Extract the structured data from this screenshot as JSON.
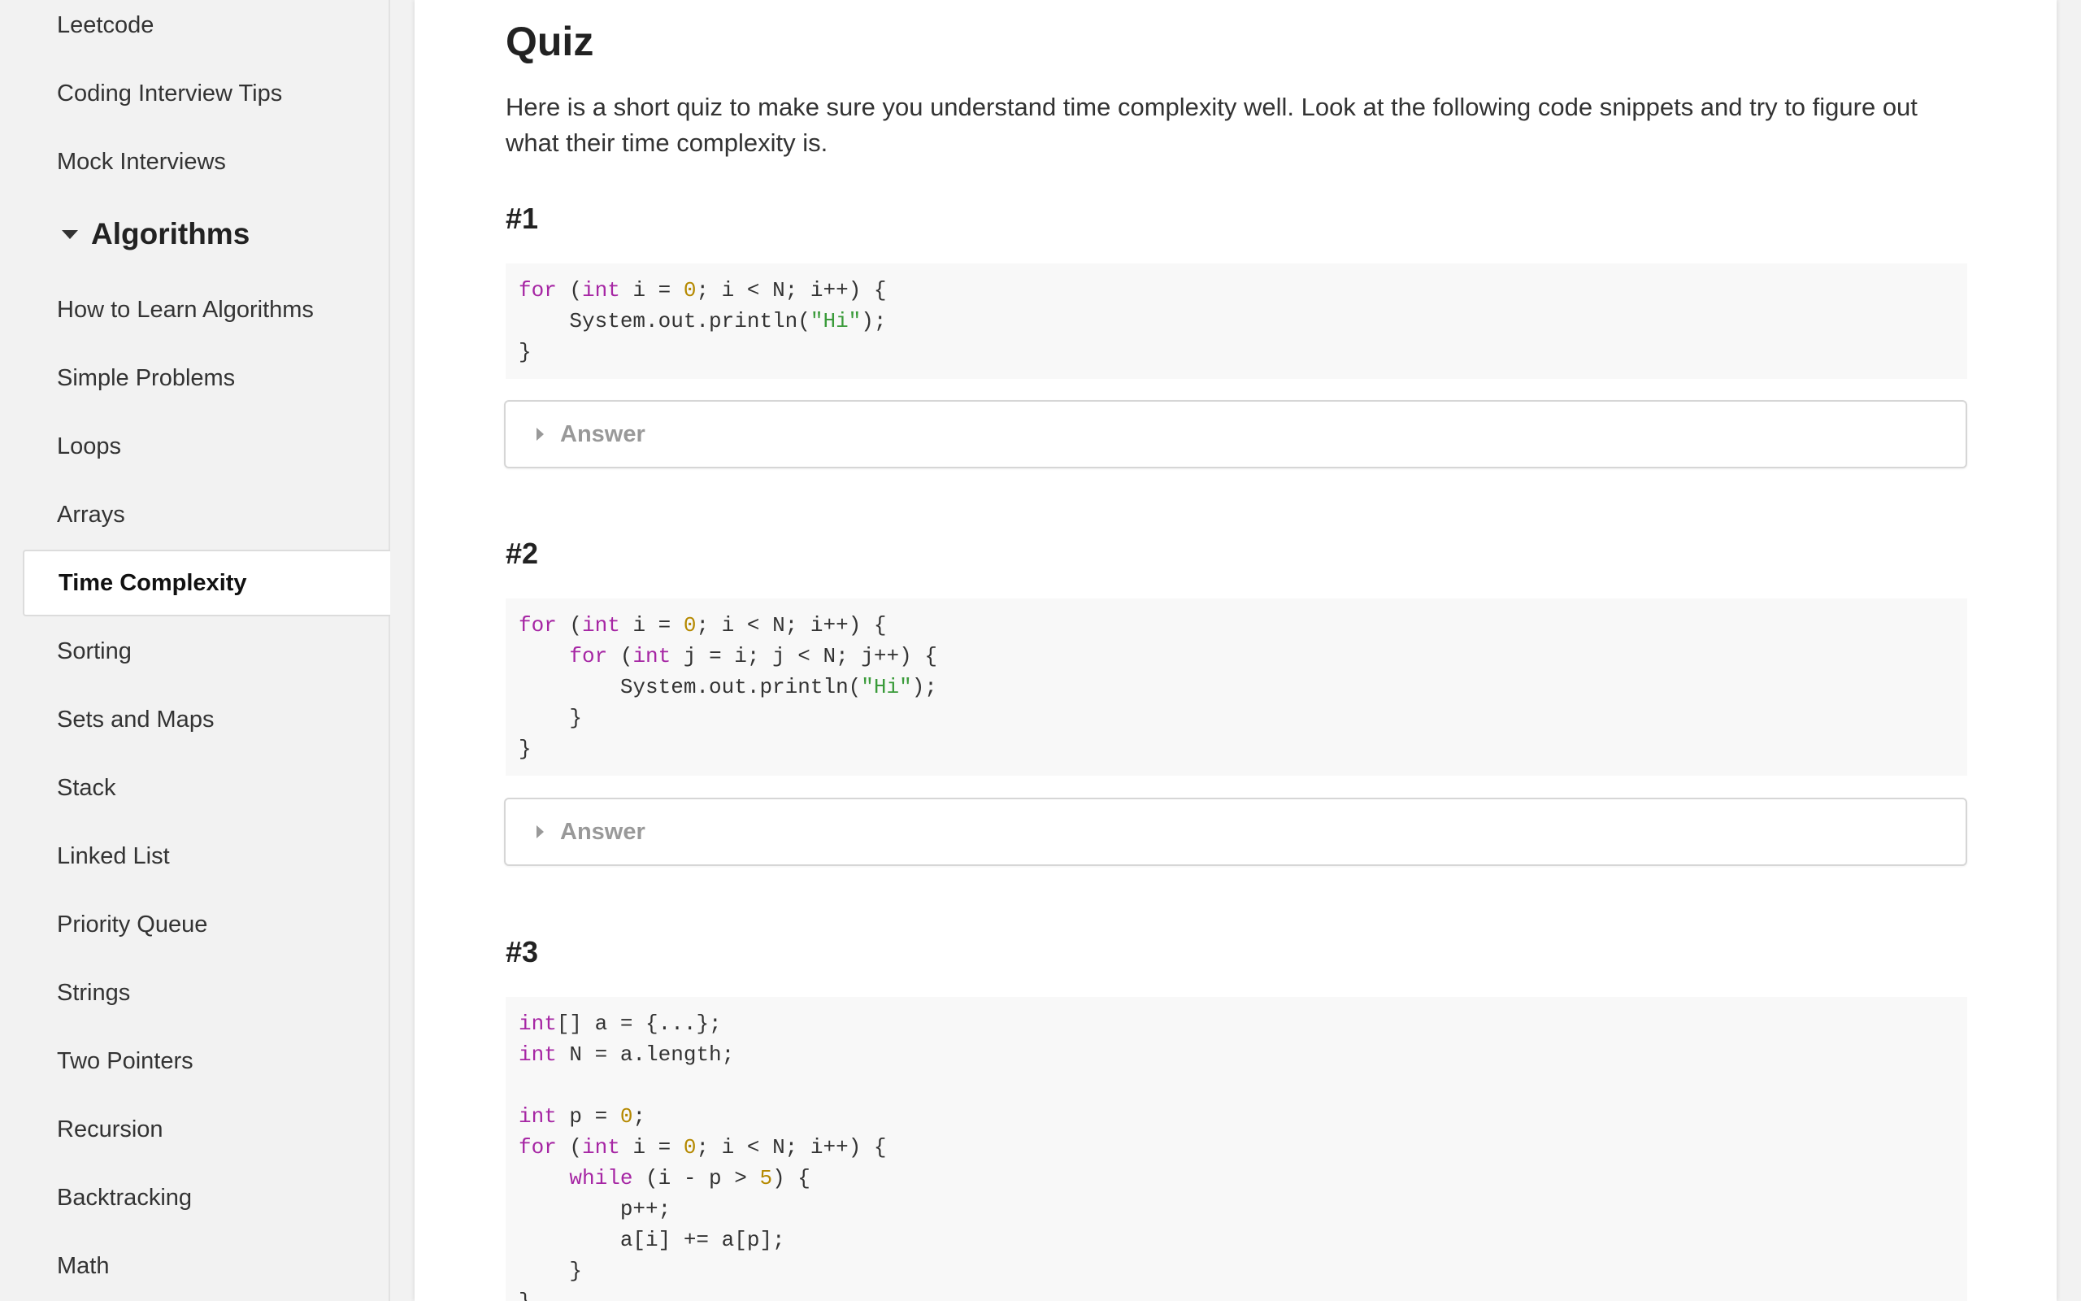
{
  "sidebar": {
    "items_top": [
      "Leetcode",
      "Coding Interview Tips",
      "Mock Interviews"
    ],
    "section": {
      "label": "Algorithms",
      "icon": "caret-down-icon"
    },
    "items": [
      "How to Learn Algorithms",
      "Simple Problems",
      "Loops",
      "Arrays",
      "Time Complexity",
      "Sorting",
      "Sets and Maps",
      "Stack",
      "Linked List",
      "Priority Queue",
      "Strings",
      "Two Pointers",
      "Recursion",
      "Backtracking",
      "Math"
    ],
    "active_item": "Time Complexity"
  },
  "main": {
    "title": "Quiz",
    "intro": "Here is a short quiz to make sure you understand time complexity well. Look at the following code snippets and try to figure out what their time complexity is.",
    "questions": [
      {
        "heading": "#1",
        "answer_label": "Answer"
      },
      {
        "heading": "#2",
        "answer_label": "Answer"
      },
      {
        "heading": "#3"
      }
    ],
    "code": {
      "q1": {
        "l1_a": "for",
        "l1_b": " (",
        "l1_c": "int",
        "l1_d": " i = ",
        "l1_e": "0",
        "l1_f": "; i < N; i++) {",
        "l2_a": "    System.out.println(",
        "l2_b": "\"Hi\"",
        "l2_c": ");",
        "l3": "}"
      },
      "q2": {
        "l1_a": "for",
        "l1_b": " (",
        "l1_c": "int",
        "l1_d": " i = ",
        "l1_e": "0",
        "l1_f": "; i < N; i++) {",
        "l2_a": "    ",
        "l2_b": "for",
        "l2_c": " (",
        "l2_d": "int",
        "l2_e": " j = i; j < N; j++) {",
        "l3_a": "        System.out.println(",
        "l3_b": "\"Hi\"",
        "l3_c": ");",
        "l4": "    }",
        "l5": "}"
      },
      "q3": {
        "l1_a": "int",
        "l1_b": "[] a = {...};",
        "l2_a": "int",
        "l2_b": " N = a.length;",
        "l4_a": "int",
        "l4_b": " p = ",
        "l4_c": "0",
        "l4_d": ";",
        "l5_a": "for",
        "l5_b": " (",
        "l5_c": "int",
        "l5_d": " i = ",
        "l5_e": "0",
        "l5_f": "; i < N; i++) {",
        "l6_a": "    ",
        "l6_b": "while",
        "l6_c": " (i - p > ",
        "l6_d": "5",
        "l6_e": ") {",
        "l7": "        p++;",
        "l8": "        a[i] += a[p];",
        "l9": "    }",
        "l10": "}"
      }
    }
  },
  "colors": {
    "keyword": "#a626a4",
    "number": "#b58900",
    "string": "#3a9b3a",
    "code_bg": "#f8f8f8"
  }
}
